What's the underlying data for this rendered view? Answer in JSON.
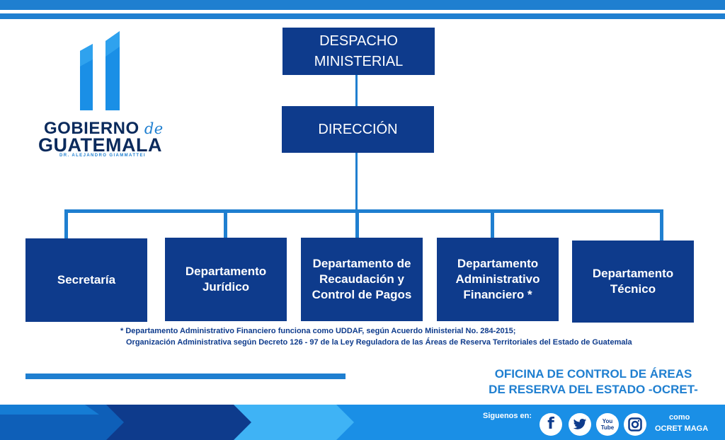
{
  "logo": {
    "line1": "GOBIERNO",
    "line1_de": "de",
    "line2": "GUATEMALA",
    "line3": "DR. ALEJANDRO GIAMMATTEI"
  },
  "org_chart": {
    "top": "DESPACHO MINISTERIAL",
    "second": "DIRECCIÓN",
    "departments": [
      "Secretaría",
      "Departamento Jurídico",
      "Departamento de Recaudación y Control de Pagos",
      "Departamento Administrativo Financiero *",
      "Departamento Técnico"
    ]
  },
  "notes": {
    "line1": "* Departamento Administrativo Financiero funciona como UDDAF, según Acuerdo Ministerial No. 284-2015;",
    "line2": "Organización Administrativa según Decreto 126 - 97 de la Ley Reguladora de las Áreas de Reserva Territoriales del Estado de Guatemala"
  },
  "office": {
    "line1": "OFICINA DE CONTROL DE ÁREAS",
    "line2": "DE RESERVA DEL ESTADO -OCRET-"
  },
  "footer": {
    "follow_label": "Siguenos en:",
    "social": [
      {
        "icon": "facebook-icon",
        "glyph": "f"
      },
      {
        "icon": "twitter-icon",
        "glyph": "🐦"
      },
      {
        "icon": "youtube-icon",
        "glyph": "You Tube"
      },
      {
        "icon": "instagram-icon",
        "glyph": ""
      }
    ],
    "como": "como",
    "handle": "OCRET MAGA"
  },
  "colors": {
    "navy": "#0e3b8c",
    "blue": "#1f7fd0",
    "footer_blue": "#1a8fe6"
  }
}
